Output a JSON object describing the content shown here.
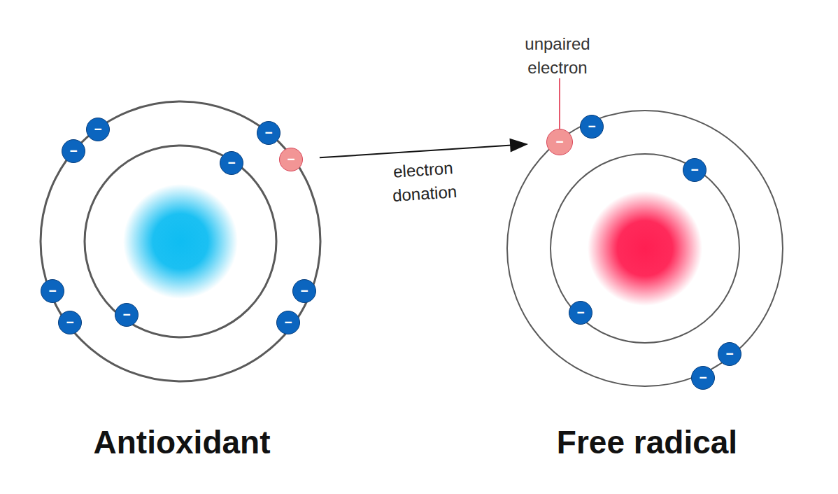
{
  "diagram": {
    "nodes": [
      {
        "text": [
          "Antioxidant"
        ]
      },
      {
        "text": [
          "−"
        ],
        "in": 0
      },
      {
        "text": [
          "−"
        ],
        "in": 0
      },
      {
        "text": [
          "−"
        ],
        "in": 0
      },
      {
        "text": [
          "−"
        ],
        "in": 0
      },
      {
        "text": [
          "−"
        ],
        "in": 0
      },
      {
        "text": [
          "−"
        ],
        "in": 0
      },
      {
        "text": [
          "−"
        ],
        "in": 0
      },
      {
        "text": [
          "−"
        ],
        "in": 0
      },
      {
        "text": [
          "−"
        ],
        "in": 0
      },
      {
        "text": [
          "−"
        ],
        "in": 0
      },
      {
        "text": [
          "Free radical"
        ]
      },
      {
        "text": [
          "−"
        ],
        "in": 11
      },
      {
        "text": [
          "−"
        ],
        "in": 11
      },
      {
        "text": [
          "−"
        ],
        "in": 11
      },
      {
        "text": [
          "−"
        ],
        "in": 11
      },
      {
        "text": [
          "−"
        ],
        "in": 11
      },
      {
        "text": [
          "−"
        ],
        "in": 11
      }
    ],
    "edges": [
      {
        "from": 4,
        "to": 12,
        "arrow": "to",
        "label": "electron donation"
      }
    ],
    "labels": [
      "unpaired electron"
    ]
  }
}
